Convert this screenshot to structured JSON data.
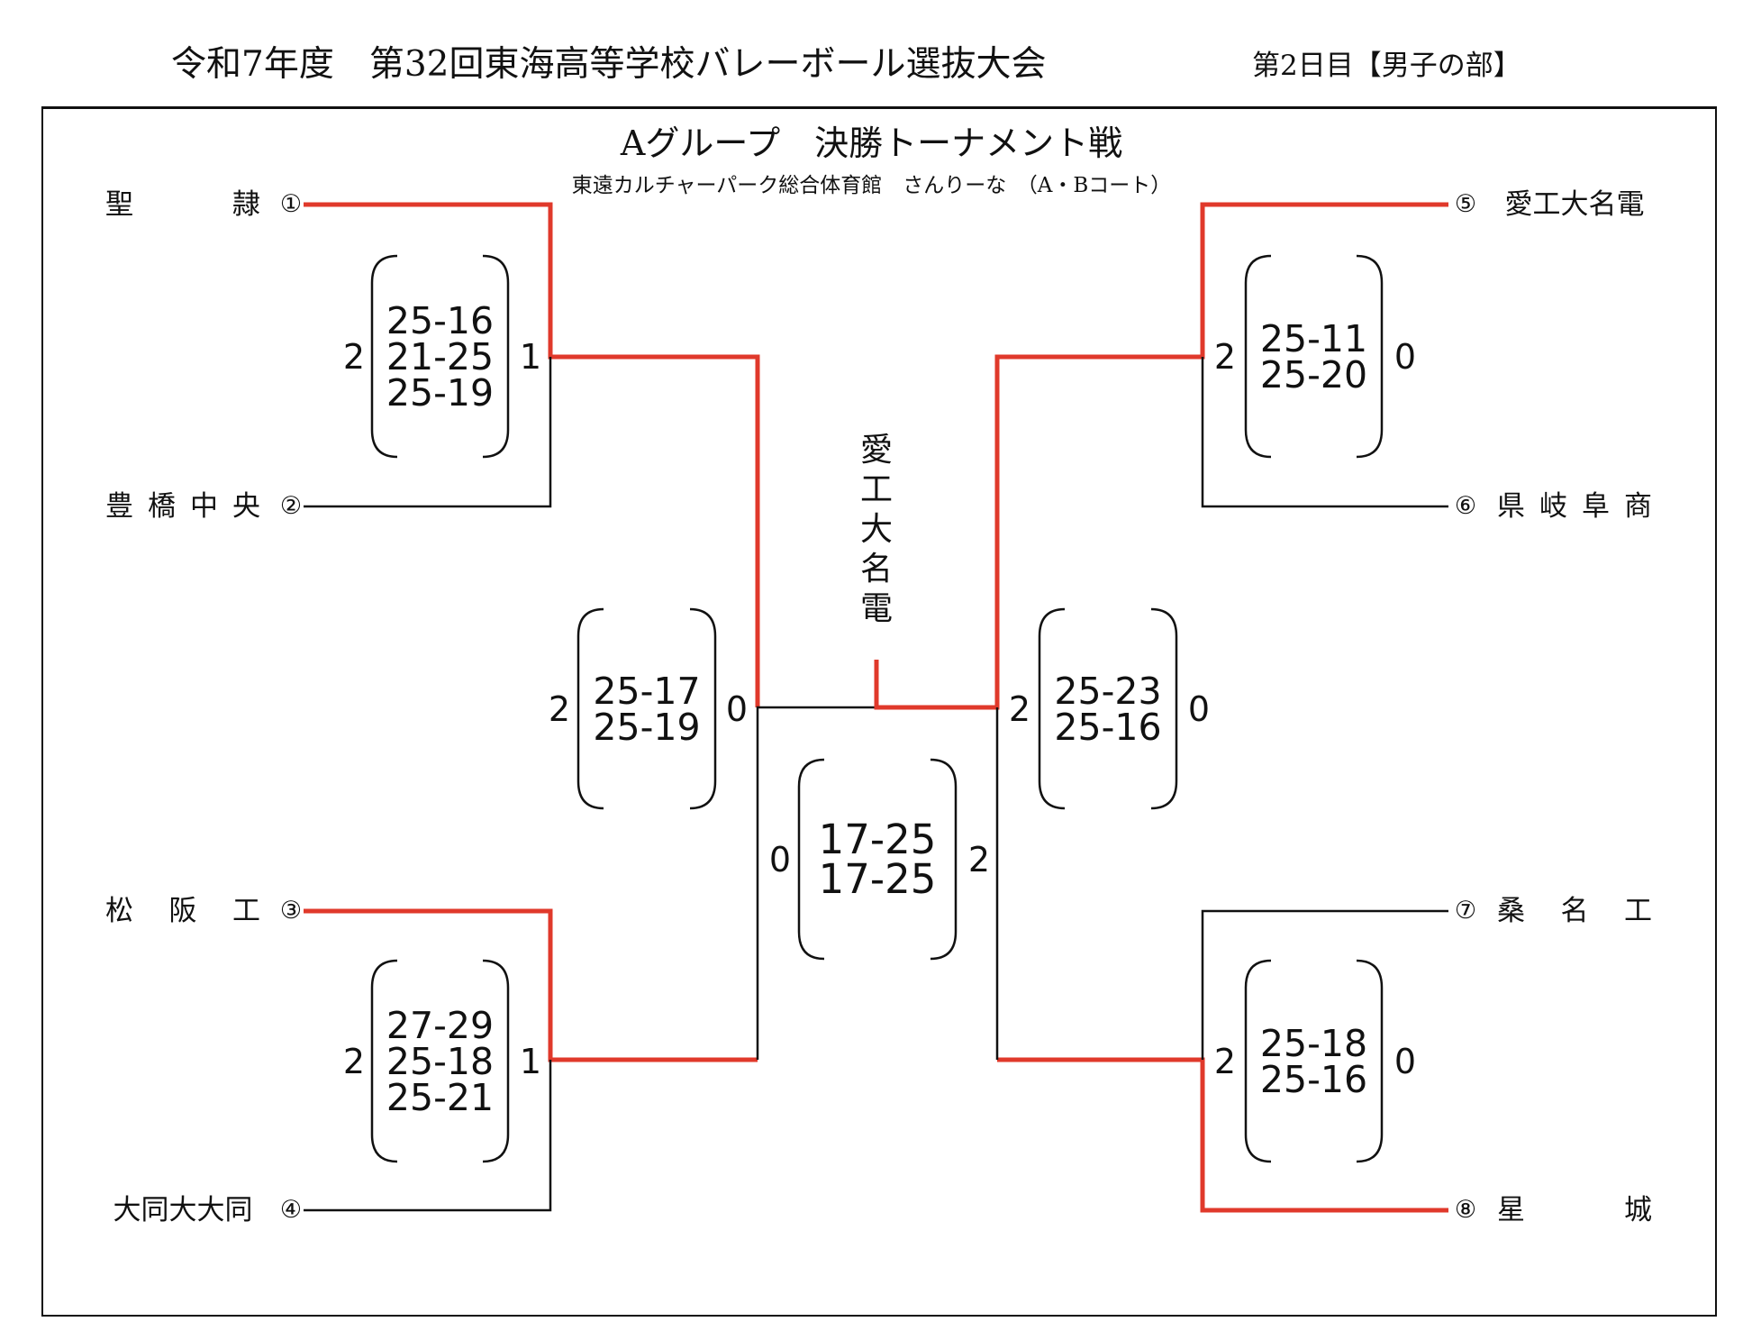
{
  "header": {
    "title": "令和7年度　第32回東海高等学校バレーボール選抜大会",
    "day": "第2日目【男子の部】"
  },
  "bracket": {
    "subtitle": "Aグループ　決勝トーナメント戦",
    "venue": "東遠カルチャーパーク総合体育館　さんりーな　（A・Bコート）"
  },
  "teams": [
    {
      "num": "①",
      "chars": [
        "聖",
        "隷"
      ]
    },
    {
      "num": "②",
      "chars": [
        "豊",
        "橋",
        "中",
        "央"
      ]
    },
    {
      "num": "③",
      "chars": [
        "松",
        "阪",
        "工"
      ]
    },
    {
      "num": "④",
      "chars": [
        "大同大大同"
      ]
    },
    {
      "num": "⑤",
      "chars": [
        "愛工大名電"
      ]
    },
    {
      "num": "⑥",
      "chars": [
        "県",
        "岐",
        "阜",
        "商"
      ]
    },
    {
      "num": "⑦",
      "chars": [
        "桑",
        "名",
        "工"
      ]
    },
    {
      "num": "⑧",
      "chars": [
        "星",
        "城"
      ]
    }
  ],
  "matches": [
    {
      "id": "m1",
      "left": "2",
      "right": "1",
      "sets": [
        "25-16",
        "21-25",
        "25-19"
      ]
    },
    {
      "id": "m2",
      "left": "2",
      "right": "1",
      "sets": [
        "27-29",
        "25-18",
        "25-21"
      ]
    },
    {
      "id": "m3",
      "left": "2",
      "right": "0",
      "sets": [
        "25-11",
        "25-20"
      ]
    },
    {
      "id": "m4",
      "left": "2",
      "right": "0",
      "sets": [
        "25-18",
        "25-16"
      ]
    },
    {
      "id": "sf1",
      "left": "2",
      "right": "0",
      "sets": [
        "25-17",
        "25-19"
      ]
    },
    {
      "id": "sf2",
      "left": "2",
      "right": "0",
      "sets": [
        "25-23",
        "25-16"
      ]
    },
    {
      "id": "final",
      "left": "0",
      "right": "2",
      "sets": [
        "17-25",
        "17-25"
      ]
    }
  ],
  "winner": [
    "愛",
    "工",
    "大",
    "名",
    "電"
  ],
  "colors": {
    "win_line": "#e0392b",
    "line": "#111111"
  }
}
